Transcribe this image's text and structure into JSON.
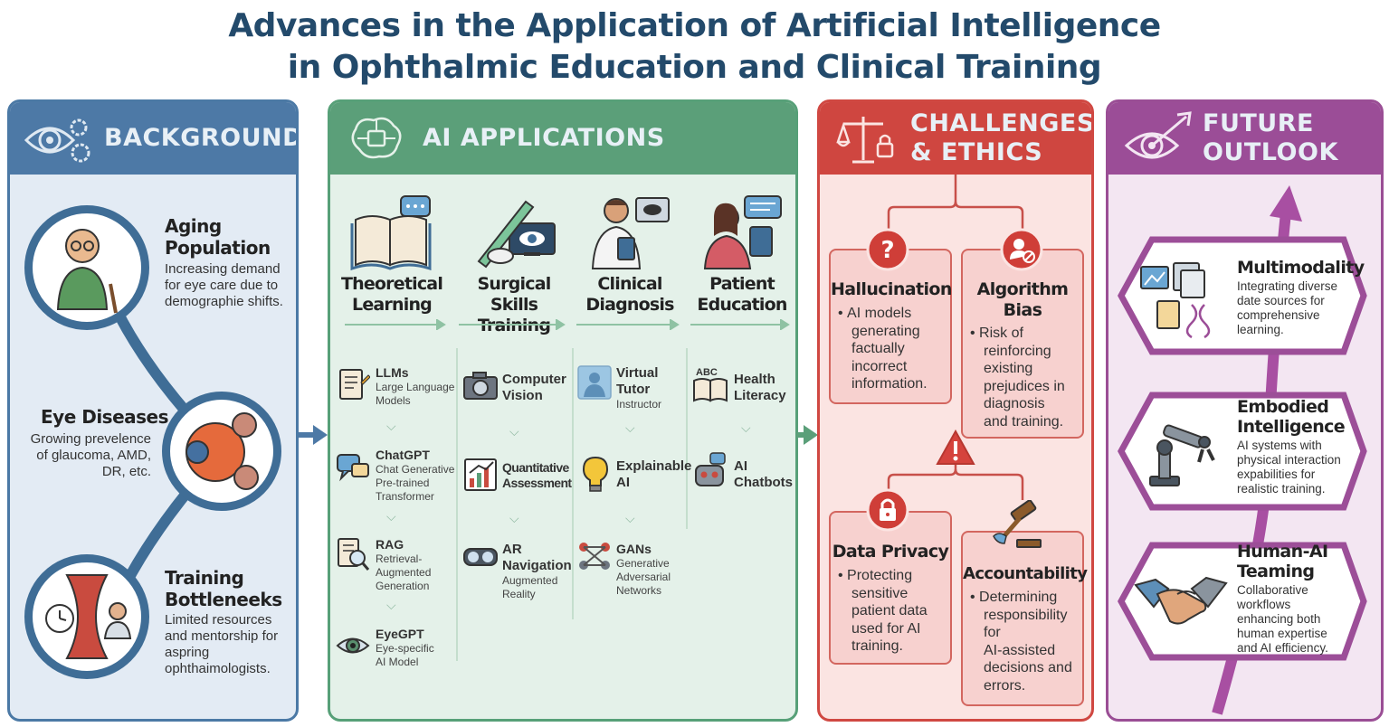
{
  "title": {
    "line1": "Advances in the Application of Artificial Intelligence",
    "line2": "in Ophthalmic Education and Clinical Training"
  },
  "background": {
    "header": "BACKGROUND",
    "items": [
      {
        "title1": "Aging",
        "title2": "Population",
        "desc": [
          "Increasing demand",
          "for eye care due to",
          "demographie shifts."
        ]
      },
      {
        "title1": "Eye Diseases",
        "title2": "",
        "desc": [
          "Growing prevelence",
          "of glaucoma, AMD,",
          "DR, etc."
        ]
      },
      {
        "title1": "Training",
        "title2": "Bottleneeks",
        "desc": [
          "Limited resources",
          "and mentorship for",
          "aspring",
          "ophthaimologists."
        ]
      }
    ]
  },
  "ai": {
    "header": "AI APPLICATIONS",
    "columns": [
      {
        "title1": "Theoretical",
        "title2": "Learning",
        "items": [
          {
            "title": "LLMs",
            "sub": [
              "Large Language",
              "Models"
            ]
          },
          {
            "title": "ChatGPT",
            "sub": [
              "Chat Generative",
              "Pre-trained",
              "Transformer"
            ]
          },
          {
            "title": "RAG",
            "sub": [
              "Retrieval-",
              "Augmented",
              "Generation"
            ]
          },
          {
            "title": "EyeGPT",
            "sub": [
              "Eye-specific",
              "AI Model"
            ]
          }
        ]
      },
      {
        "title1": "Surgical Skills",
        "title2": "Training",
        "items": [
          {
            "title": "Computer",
            "title_b": "Vision",
            "sub": []
          },
          {
            "title": "Quantitative",
            "title_b": "Assessment",
            "sub": []
          },
          {
            "title": "AR",
            "title_b": "Navigation",
            "sub": [
              "Augmented",
              "Reality"
            ]
          }
        ]
      },
      {
        "title1": "Clinical",
        "title2": "Diagnosis",
        "items": [
          {
            "title": "Virtual",
            "title_b": "Tutor",
            "sub": [
              "Instructor"
            ]
          },
          {
            "title": "Explainable",
            "title_b": "AI",
            "sub": []
          },
          {
            "title": "GANs",
            "sub": [
              "Generative",
              "Adversarial",
              "Networks"
            ]
          }
        ]
      },
      {
        "title1": "Patient",
        "title2": "Education",
        "items": [
          {
            "title": "Health",
            "title_b": "Literacy",
            "sub": []
          },
          {
            "title": "AI",
            "title_b": "Chatbots",
            "sub": []
          }
        ]
      }
    ]
  },
  "challenges": {
    "header1": "CHALLENGES",
    "header2": "& ETHICS",
    "boxes": [
      {
        "title": "Hallucination",
        "body": [
          "AI models",
          "generating",
          "factually",
          "incorrect",
          "information."
        ]
      },
      {
        "title1": "Algorithm",
        "title2": "Bias",
        "body": [
          "Risk of",
          "reinforcing",
          "existing",
          "prejudices in",
          "diagnosis",
          "and training."
        ]
      },
      {
        "title": "Data Privacy",
        "body": [
          "Protecting",
          "sensitive",
          "patient data",
          "used for AI",
          "training."
        ]
      },
      {
        "title": "Accountability",
        "body": [
          "Determining",
          "responsibility",
          "for",
          "AI-assisted",
          "decisions and",
          "errors."
        ]
      }
    ]
  },
  "future": {
    "header1": "FUTURE",
    "header2": "OUTLOOK",
    "items": [
      {
        "title1": "Multimodality",
        "title2": "",
        "body": [
          "Integrating diverse",
          "date sources for",
          "comprehensive",
          "learning."
        ]
      },
      {
        "title1": "Embodied",
        "title2": "Intelligence",
        "body": [
          "AI systems with",
          "physical interaction",
          "expabilities for",
          "realistic training."
        ]
      },
      {
        "title1": "Human-AI",
        "title2": "Teaming",
        "body": [
          "Collaborative",
          "workflows",
          "enhancing both",
          "human expertise",
          "and AI efficiency."
        ]
      }
    ]
  },
  "colors": {
    "title": "#234a6b",
    "background": "#4d79a6",
    "ai": "#5b9f79",
    "challenges": "#cf4640",
    "future": "#9b4d97"
  },
  "icons": [
    "eye-gear-icon",
    "brain-circuit-icon",
    "scales-lock-icon",
    "eye-target-arrow-icon"
  ]
}
